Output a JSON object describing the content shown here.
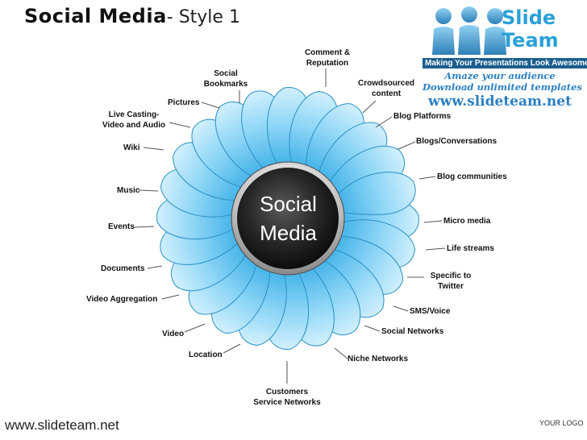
{
  "slide": {
    "title_bold": "Social Media",
    "title_light": "- Style 1",
    "center_line1": "Social",
    "center_line2": "Media",
    "footer_url": "www.slideteam.net",
    "footer_logo": "YOUR LOGO"
  },
  "logo": {
    "brand_line1": "Slide",
    "brand_line2": "Team",
    "tagline": "Making Your Presentations Look Awesome",
    "promo1": "Amaze your audience",
    "promo2": "Download unlimited templates",
    "url": "www.slideteam.net"
  },
  "labels": {
    "comment": [
      "Comment &",
      "Reputation"
    ],
    "social_bookmarks": [
      "Social",
      "Bookmarks"
    ],
    "crowdsourced": [
      "Crowdsourced",
      "content"
    ],
    "pictures": "Pictures",
    "blog_platforms": "Blog Platforms",
    "live_casting": [
      "Live Casting-",
      "Video and Audio"
    ],
    "blogs_conversations": "Blogs/Conversations",
    "wiki": "Wiki",
    "blog_communities": "Blog communities",
    "music": "Music",
    "micro_media": "Micro media",
    "events": "Events",
    "life_streams": "Life streams",
    "documents": "Documents",
    "specific_twitter": [
      "Specific to",
      "Twitter"
    ],
    "video_aggregation": "Video Aggregation",
    "sms_voice": "SMS/Voice",
    "video": "Video",
    "social_networks": "Social Networks",
    "location": "Location",
    "niche_networks": "Niche Networks",
    "customers": [
      "Customers",
      "Service Networks"
    ]
  },
  "colors": {
    "petal_light": "#bfe9fb",
    "petal_dark": "#3aaee6",
    "petal_stroke": "#2a8fc4",
    "hub_dark": "#111111",
    "brand_blue": "#2aa0d8"
  }
}
